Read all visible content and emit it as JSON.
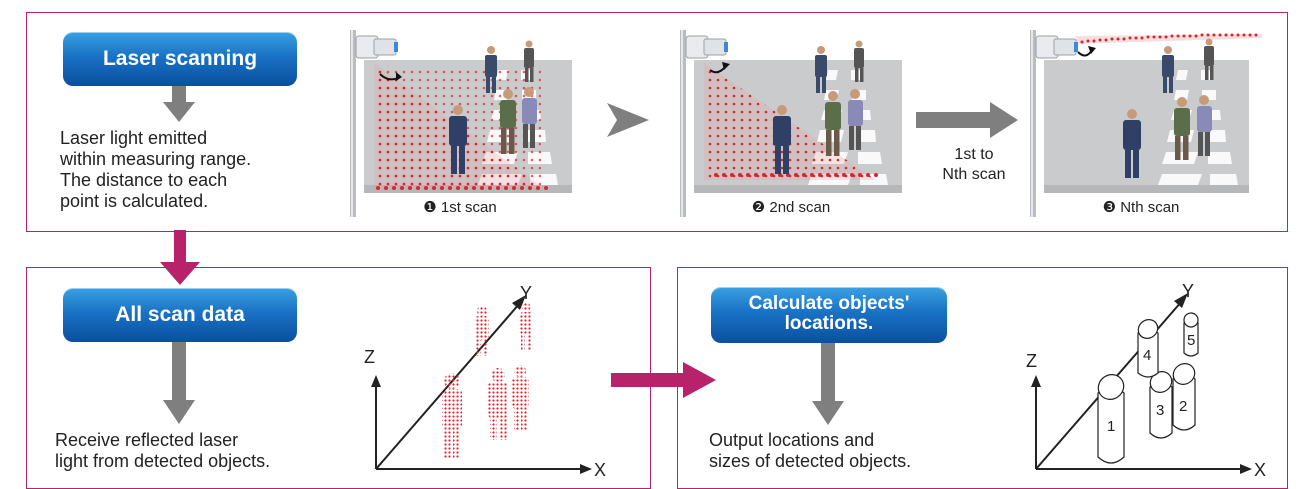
{
  "step1": {
    "title": "Laser scanning",
    "description": "Laser light emitted\nwithin measuring range.\nThe distance to each\npoint is calculated.",
    "scans": [
      {
        "marker": "❶",
        "label": "1st scan"
      },
      {
        "marker": "❷",
        "label": "2nd scan"
      },
      {
        "marker": "❸",
        "label": "Nth scan"
      }
    ],
    "repeat_label": "1st to\nNth scan"
  },
  "step2": {
    "title": "All scan data",
    "description": "Receive reflected laser\nlight from detected objects.",
    "axes": {
      "x": "X",
      "y": "Y",
      "z": "Z"
    }
  },
  "step3": {
    "title": "Calculate objects'\nlocations.",
    "description": "Output locations and\nsizes of detected objects.",
    "axes": {
      "x": "X",
      "y": "Y",
      "z": "Z"
    },
    "objects": [
      "1",
      "2",
      "3",
      "4",
      "5"
    ]
  },
  "colors": {
    "accent": "#b8226a",
    "pill_top": "#3aa0e3",
    "pill_bottom": "#0b4fa0",
    "arrow_gray": "#7f7f7f",
    "laser_red": "#d9262e",
    "ground": "#c9cbcd"
  }
}
